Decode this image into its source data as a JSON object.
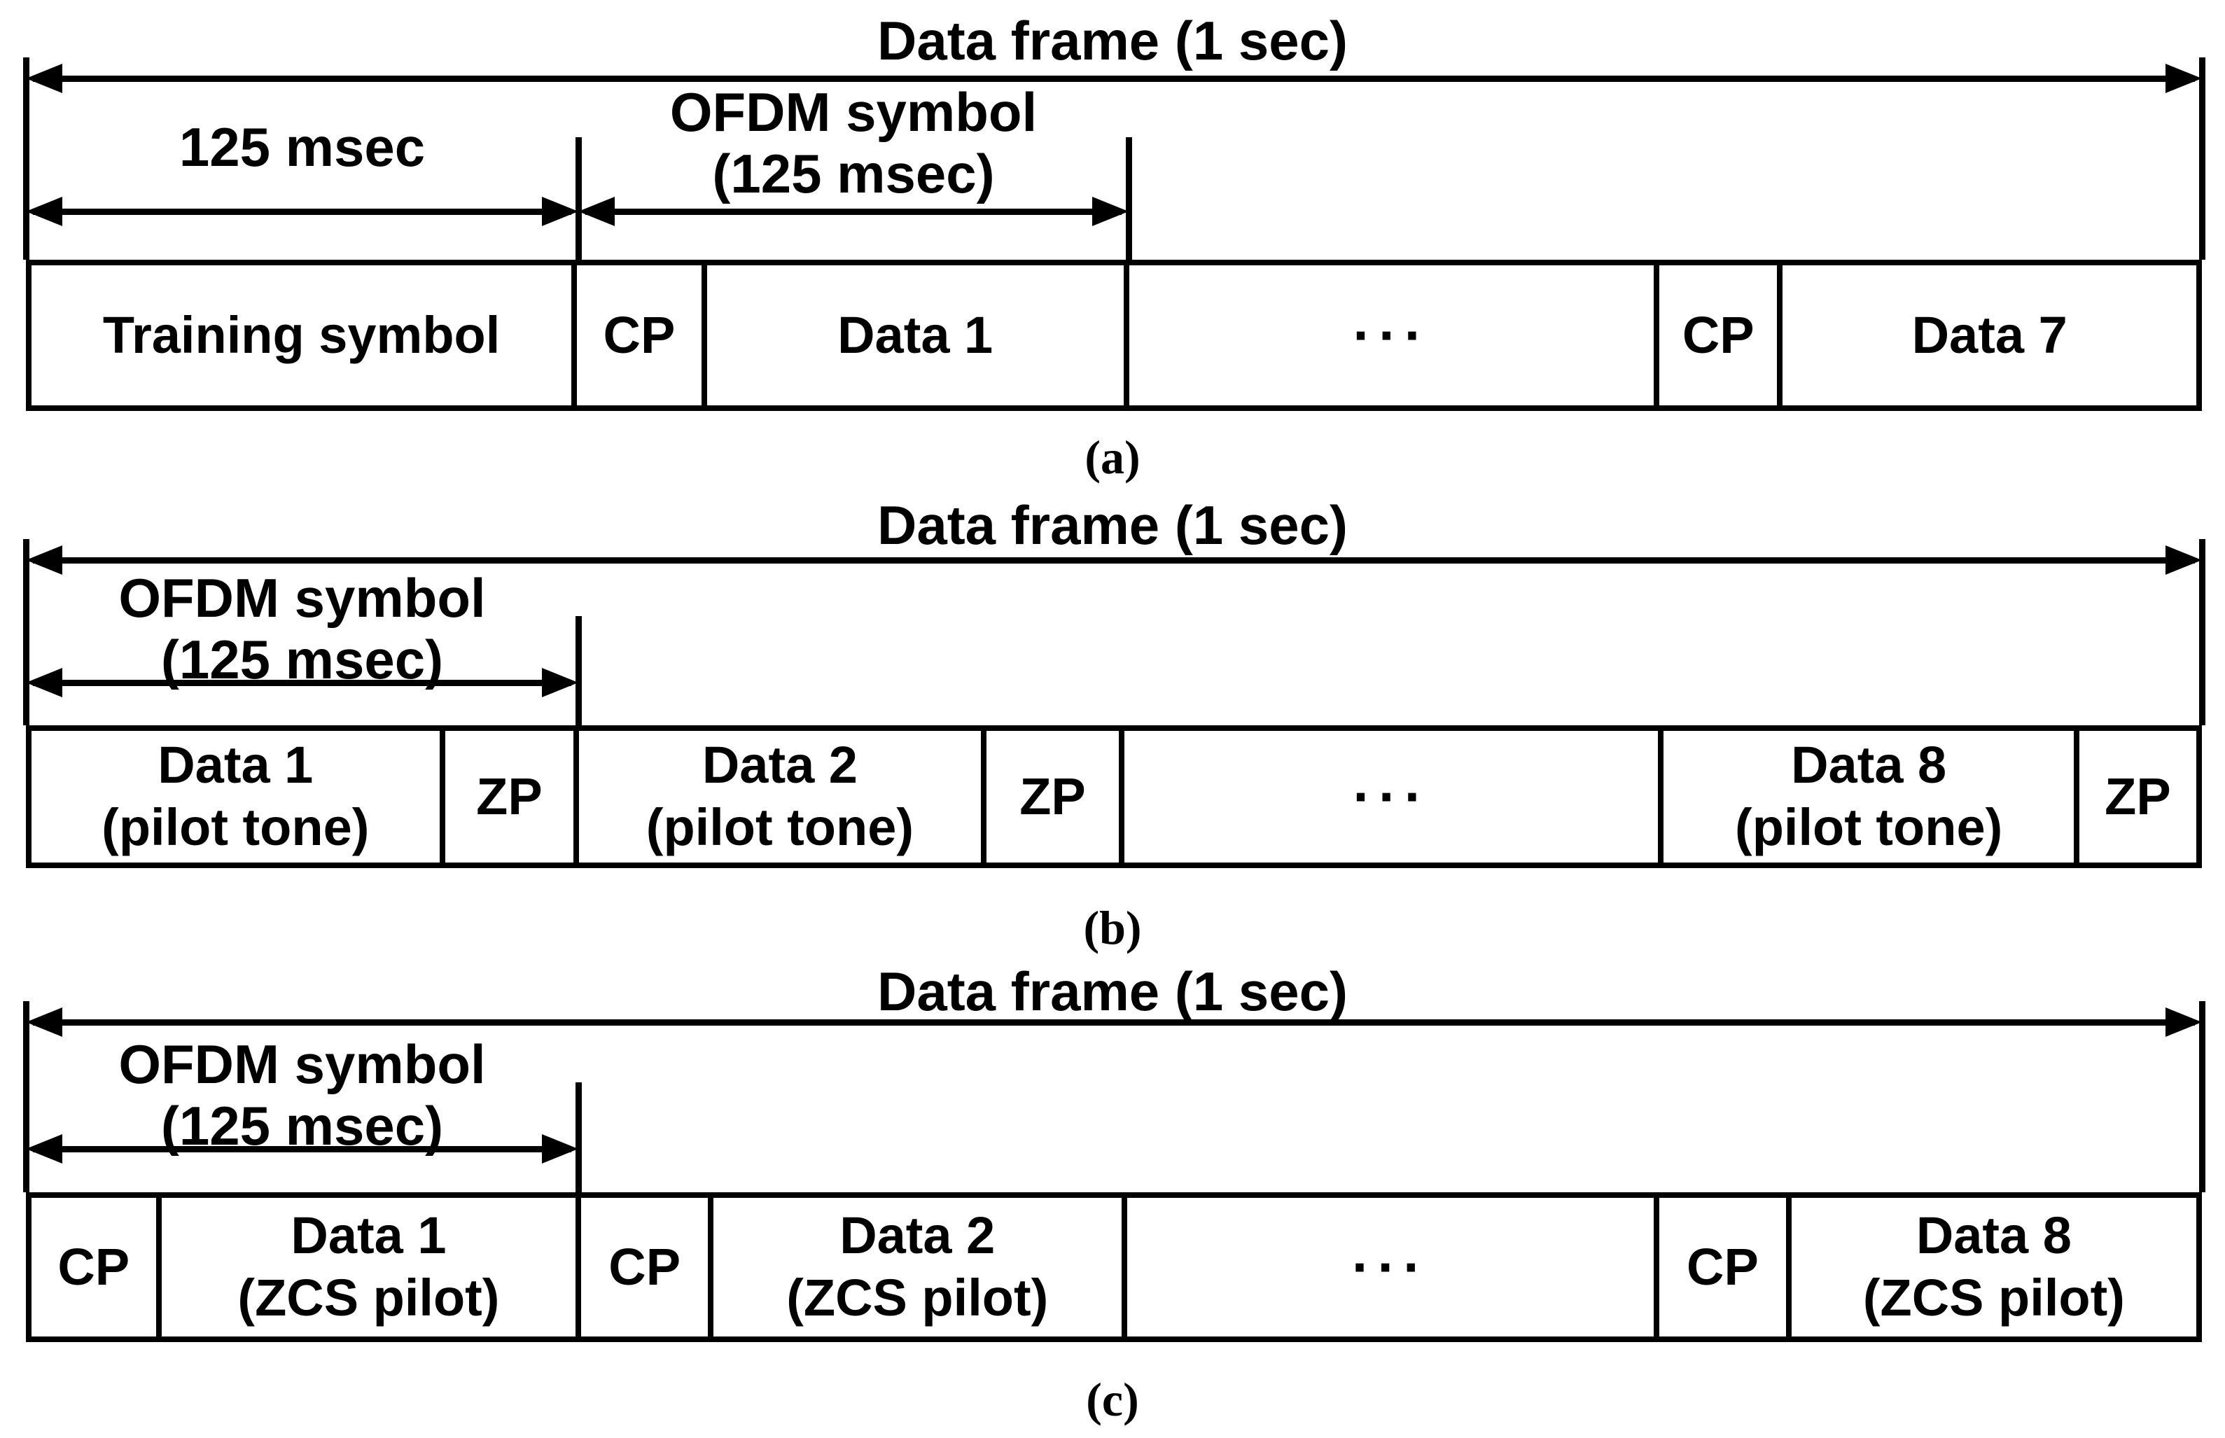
{
  "colors": {
    "ink": "#000000",
    "paper": "#ffffff"
  },
  "sections": [
    {
      "caption": "(a)",
      "frame_label": "Data frame (1 sec)",
      "left_span_label": "125 msec",
      "ofdm_label": {
        "line1": "OFDM symbol",
        "line2": "(125 msec)"
      },
      "cells": [
        {
          "label": "Training symbol"
        },
        {
          "label": "CP"
        },
        {
          "label": "Data 1"
        },
        {
          "label": "···"
        },
        {
          "label": "CP"
        },
        {
          "label": "Data 7"
        }
      ]
    },
    {
      "caption": "(b)",
      "frame_label": "Data frame (1 sec)",
      "ofdm_label": {
        "line1": "OFDM symbol",
        "line2": "(125 msec)"
      },
      "cells": [
        {
          "label": "Data 1\n(pilot tone)"
        },
        {
          "label": "ZP"
        },
        {
          "label": "Data 2\n(pilot tone)"
        },
        {
          "label": "ZP"
        },
        {
          "label": "···"
        },
        {
          "label": "Data 8\n(pilot tone)"
        },
        {
          "label": "ZP"
        }
      ]
    },
    {
      "caption": "(c)",
      "frame_label": "Data frame (1 sec)",
      "ofdm_label": {
        "line1": "OFDM symbol",
        "line2": "(125 msec)"
      },
      "cells": [
        {
          "label": "CP"
        },
        {
          "label": "Data 1\n(ZCS pilot)"
        },
        {
          "label": "CP"
        },
        {
          "label": "Data 2\n(ZCS pilot)"
        },
        {
          "label": "···"
        },
        {
          "label": "CP"
        },
        {
          "label": "Data 8\n(ZCS pilot)"
        }
      ]
    }
  ]
}
